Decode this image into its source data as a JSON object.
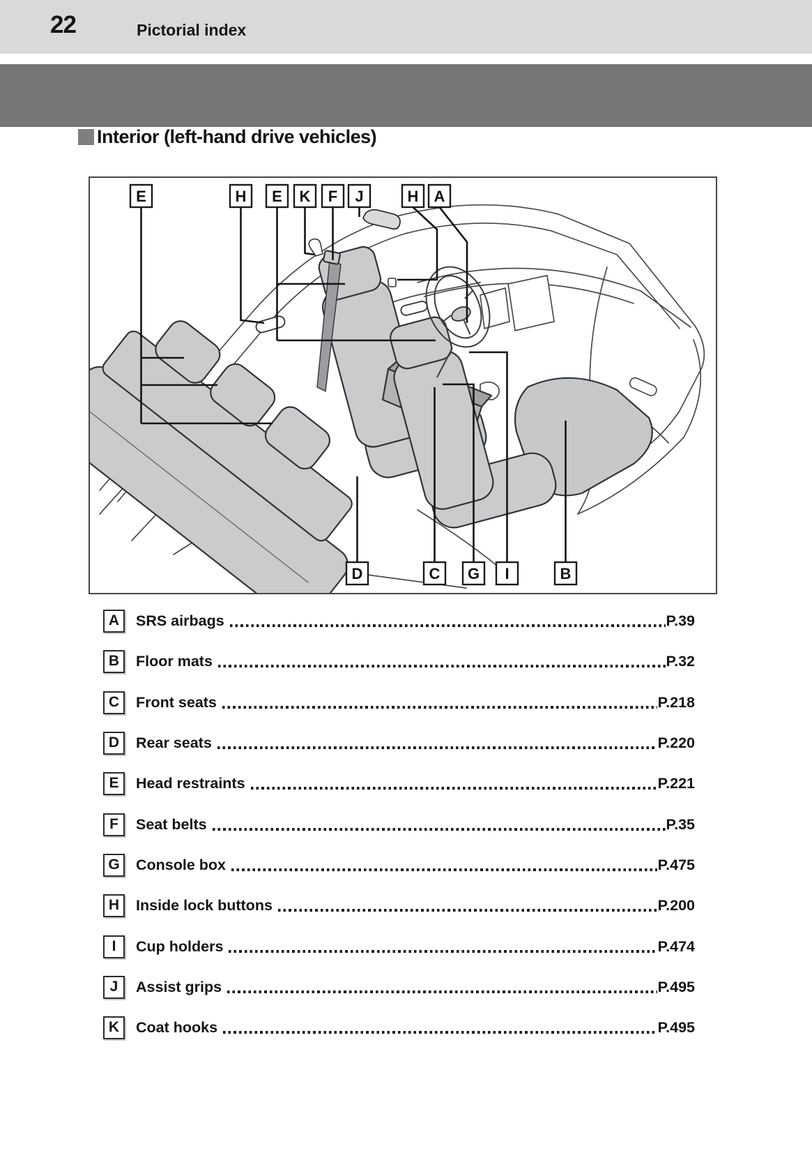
{
  "header": {
    "page_number": "22",
    "section": "Pictorial index"
  },
  "section_heading": "Interior (left-hand drive vehicles)",
  "diagram": {
    "top_callouts": [
      "E",
      "H",
      "E",
      "K",
      "F",
      "J",
      "H",
      "A"
    ],
    "bottom_callouts": [
      "D",
      "C",
      "G",
      "I",
      "B"
    ]
  },
  "index_items": [
    {
      "letter": "A",
      "label": "SRS airbags",
      "page": "P.39"
    },
    {
      "letter": "B",
      "label": "Floor mats",
      "page": "P.32"
    },
    {
      "letter": "C",
      "label": "Front seats",
      "page": "P.218"
    },
    {
      "letter": "D",
      "label": "Rear seats",
      "page": "P.220"
    },
    {
      "letter": "E",
      "label": "Head restraints",
      "page": "P.221"
    },
    {
      "letter": "F",
      "label": "Seat belts",
      "page": "P.35"
    },
    {
      "letter": "G",
      "label": "Console box",
      "page": "P.475"
    },
    {
      "letter": "H",
      "label": "Inside lock buttons",
      "page": "P.200"
    },
    {
      "letter": "I",
      "label": "Cup holders",
      "page": "P.474"
    },
    {
      "letter": "J",
      "label": "Assist grips",
      "page": "P.495"
    },
    {
      "letter": "K",
      "label": "Coat hooks",
      "page": "P.495"
    }
  ],
  "colors": {
    "header_band_light": "#d9d9d9",
    "header_band_dark": "#767676",
    "heading_bullet": "#7f7f7f",
    "seat_fill": "#c9cbcd",
    "outline": "#303438"
  }
}
